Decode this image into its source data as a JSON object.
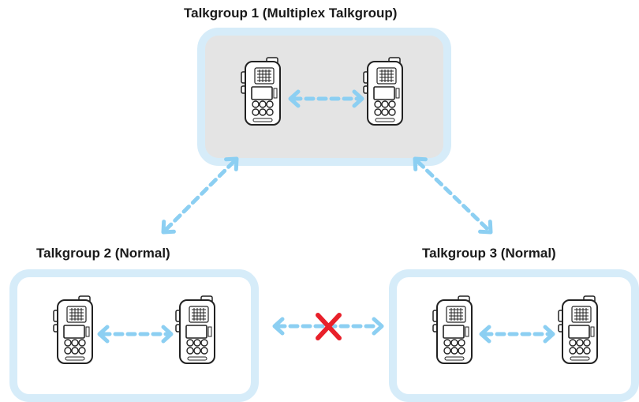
{
  "groups": [
    {
      "id": "tg1",
      "title": "Talkgroup 1 (Multiplex Talkgroup)",
      "type": "multiplex",
      "fill": "#e4e4e4"
    },
    {
      "id": "tg2",
      "title": "Talkgroup 2 (Normal)",
      "type": "normal",
      "fill": "#ffffff"
    },
    {
      "id": "tg3",
      "title": "Talkgroup 3 (Normal)",
      "type": "normal",
      "fill": "#ffffff"
    }
  ],
  "links": [
    {
      "from": "tg1",
      "to": "tg2",
      "status": "connected"
    },
    {
      "from": "tg1",
      "to": "tg3",
      "status": "connected"
    },
    {
      "from": "tg2",
      "to": "tg3",
      "status": "blocked"
    }
  ],
  "colors": {
    "frame": "#d6ecf9",
    "arrow": "#8ccff2",
    "blocked_mark": "#e8202a",
    "device_outline": "#222222"
  },
  "icons": {
    "device": "radio-transceiver-icon",
    "blocked": "red-cross-icon"
  }
}
